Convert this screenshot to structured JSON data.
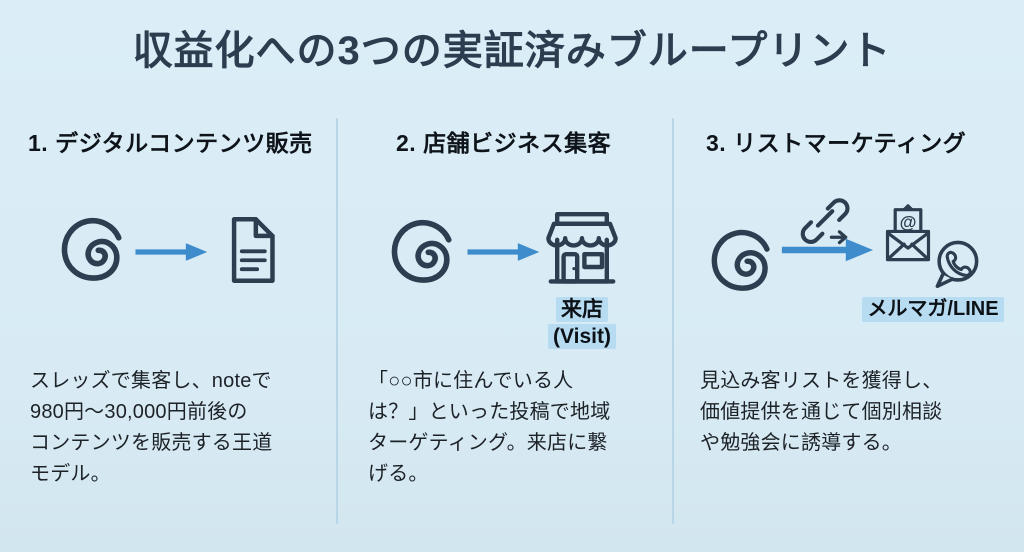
{
  "title": "収益化への3つの実証済みブループリント",
  "colors": {
    "background": "#d8ebf5",
    "ink": "#2d3e50",
    "body_text": "#1d2227",
    "arrow_blue": "#3f8ccc",
    "label_highlight": "#b7dbf0",
    "divider": "#b9d6e8"
  },
  "icons": {
    "email_at_symbol": "@"
  },
  "columns": [
    {
      "heading": "1. デジタルコンテンツ販売",
      "flow": {
        "from_icon": "threads-icon",
        "arrow": "right-arrow",
        "to_icon": "document-icon"
      },
      "body_lines": [
        "スレッズで集客し、noteで",
        "980円〜30,000円前後の",
        "コンテンツを販売する王道",
        "モデル。"
      ]
    },
    {
      "heading": "2. 店舗ビジネス集客",
      "flow": {
        "from_icon": "threads-icon",
        "arrow": "right-arrow",
        "to_icon": "storefront-icon"
      },
      "result_label": "来店",
      "result_sublabel": "(Visit)",
      "body_lines": [
        "「○○市に住んでいる人",
        "は？」といった投稿で地域",
        "ターゲティング。来店に繋",
        "げる。"
      ]
    },
    {
      "heading": "3. リストマーケティング",
      "flow": {
        "from_icon": "threads-icon",
        "via_icon": "link-icon",
        "arrow": "right-arrow",
        "to_icons": [
          "email-at-icon",
          "chat-phone-icon"
        ]
      },
      "result_label": "メルマガ/LINE",
      "body_lines": [
        "見込み客リストを獲得し、",
        "価値提供を通じて個別相談",
        "や勉強会に誘導する。"
      ]
    }
  ]
}
